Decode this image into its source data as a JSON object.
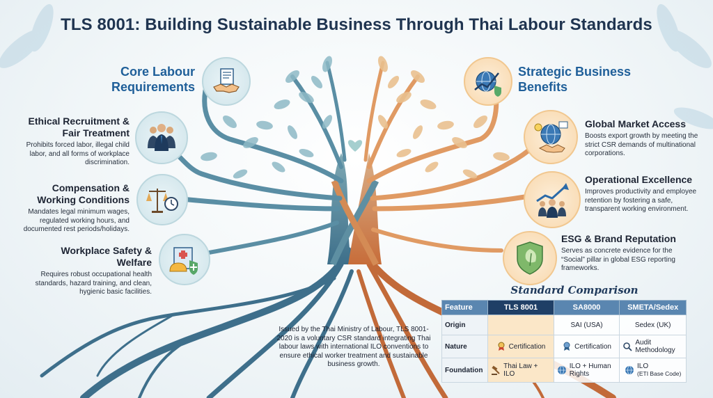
{
  "title": "TLS 8001: Building Sustainable Business Through Thai Labour Standards",
  "left": {
    "heading": "Core Labour Requirements",
    "items": [
      {
        "title": "Ethical Recruitment & Fair Treatment",
        "desc": "Prohibits forced labor, illegal child labor, and all forms of workplace discrimination.",
        "icon": "business-people-icon"
      },
      {
        "title": "Compensation & Working Conditions",
        "desc": "Mandates legal minimum wages, regulated working hours, and documented rest periods/holidays.",
        "icon": "scales-clock-icon"
      },
      {
        "title": "Workplace Safety & Welfare",
        "desc": "Requires robust occupational health standards, hazard training, and clean, hygienic basic facilities.",
        "icon": "hospital-hardhat-icon"
      }
    ],
    "heading_icon": "handshake-document-icon"
  },
  "right": {
    "heading": "Strategic Business Benefits",
    "heading_icon": "globe-growth-shield-icon",
    "items": [
      {
        "title": "Global Market Access",
        "desc": "Boosts export growth by meeting the strict CSR demands of multinational corporations.",
        "icon": "globe-handshake-icon"
      },
      {
        "title": "Operational Excellence",
        "desc": "Improves productivity and employee retention by fostering a safe, transparent working environment.",
        "icon": "team-growth-icon"
      },
      {
        "title": "ESG & Brand Reputation",
        "desc": "Serves as concrete evidence for the “Social” pillar in global ESG reporting frameworks.",
        "icon": "leaf-badge-icon"
      }
    ]
  },
  "center_note": "Issued by the Thai Ministry of Labour, TLS 8001-2020 is a voluntary CSR standard integrating Thai labour laws with international ILO conventions to ensure ethical worker treatment and sustainable business growth.",
  "comparison": {
    "title": "Standard Comparison",
    "headers": [
      "Feature",
      "TLS 8001",
      "SA8000",
      "SMETA/Sedex"
    ],
    "rows": [
      {
        "feature": "Origin",
        "tls": "",
        "sa": "SAI (USA)",
        "smeta": "Sedex (UK)"
      },
      {
        "feature": "Nature",
        "tls": "Certification",
        "sa": "Certification",
        "smeta": "Audit Methodology"
      },
      {
        "feature": "Foundation",
        "tls": "Thai Law + ILO",
        "sa": "ILO + Human Rights",
        "smeta": "ILO",
        "smeta_sub": "(ETI Base Code)"
      }
    ]
  },
  "colors": {
    "blue_branch": "#4f8aa0",
    "orange_branch": "#e3955a",
    "title": "#1f3450",
    "accent_blue": "#1f5f99"
  }
}
